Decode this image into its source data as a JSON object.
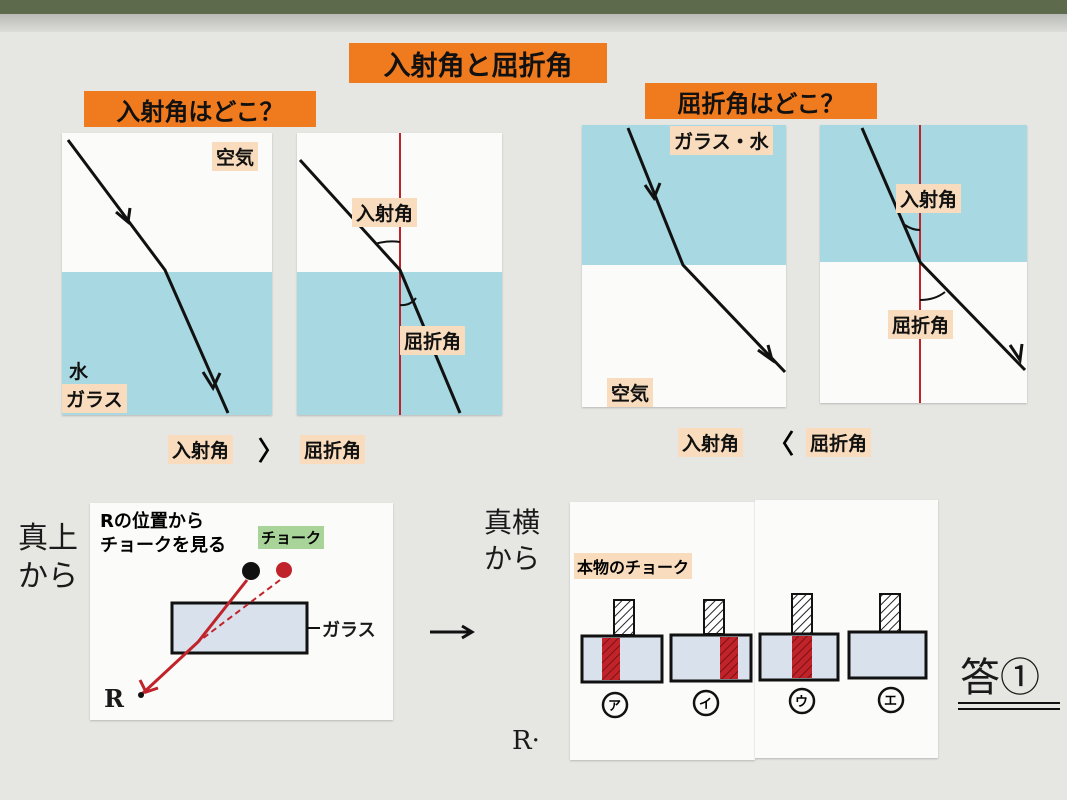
{
  "title": "入射角と屈折角",
  "left_question": "入射角はどこ？",
  "right_question": "屈折角はどこ？",
  "panels": {
    "p1": {
      "top": "空気",
      "bottom1": "水",
      "bottom2": "ガラス"
    },
    "p2": {
      "incidence": "入射角",
      "refraction": "屈折角"
    },
    "p3": {
      "top": "ガラス・水",
      "bottom": "空気"
    },
    "p4": {
      "incidence": "入射角",
      "refraction": "屈折角"
    }
  },
  "comparisons": {
    "left": {
      "a": "入射角",
      "sym": "〉",
      "b": "屈折角"
    },
    "right": {
      "a": "入射角",
      "sym": "〈",
      "b": "屈折角"
    }
  },
  "bottom": {
    "from_above": "真上から",
    "from_side": "真横から",
    "instruction1": "Rの位置から",
    "instruction2": "チョークを見る",
    "chalk": "チョーク",
    "glass": "ガラス",
    "r_label": "R",
    "r_label2": "R·",
    "arrow": "→",
    "real_chalk": "本物のチョーク",
    "options": [
      "ア",
      "イ",
      "ウ",
      "エ"
    ],
    "answer": "答①"
  },
  "colors": {
    "orange": "#f07a1e",
    "tag": "#f8dcbd",
    "water": "#a8d8e1",
    "red": "#c0242a",
    "green": "#a8d49a"
  }
}
